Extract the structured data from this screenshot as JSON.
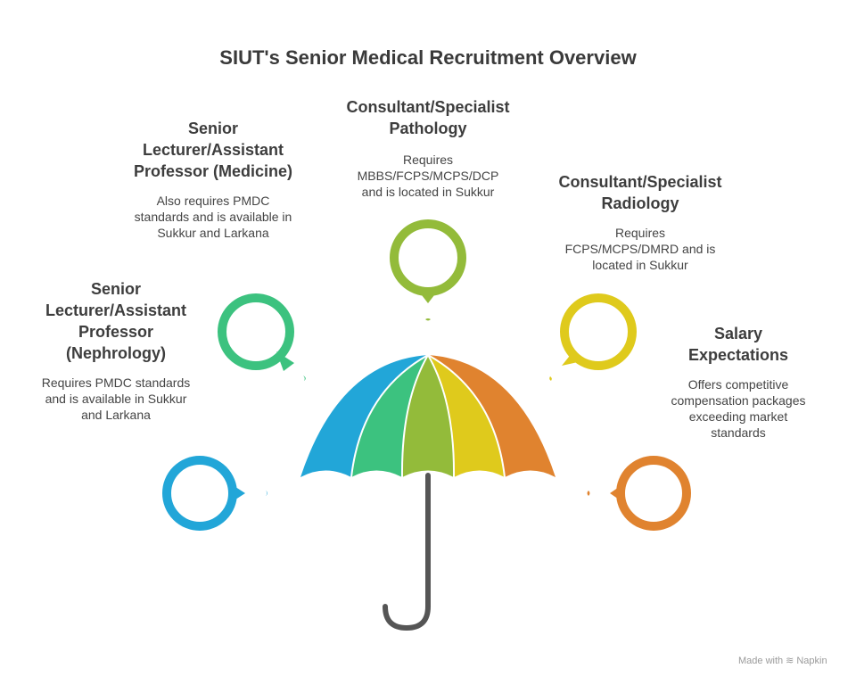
{
  "title": "SIUT's Senior Medical Recruitment Overview",
  "colors": {
    "blue": "#22a6d8",
    "green": "#3cc27f",
    "olive": "#93bb3a",
    "yellow": "#dfca1c",
    "orange": "#e0832f",
    "handle": "#555555"
  },
  "items": [
    {
      "heading": "Senior Lecturer/Assistant Professor (Nephrology)",
      "description": "Requires PMDC standards and is available in Sukkur and Larkana",
      "color": "#22a6d8"
    },
    {
      "heading": "Senior Lecturer/Assistant Professor (Medicine)",
      "description": "Also requires PMDC standards and is available in Sukkur and Larkana",
      "color": "#3cc27f"
    },
    {
      "heading": "Consultant/Specialist Pathology",
      "description": "Requires MBBS/FCPS/MCPS/DCP and is located in Sukkur",
      "color": "#93bb3a"
    },
    {
      "heading": "Consultant/Specialist Radiology",
      "description": "Requires FCPS/MCPS/DMRD and is located in Sukkur",
      "color": "#dfca1c"
    },
    {
      "heading": "Salary Expectations",
      "description": "Offers competitive compensation packages exceeding market standards",
      "color": "#e0832f"
    }
  ],
  "footer": {
    "made_with": "Made with",
    "brand": "Napkin"
  }
}
